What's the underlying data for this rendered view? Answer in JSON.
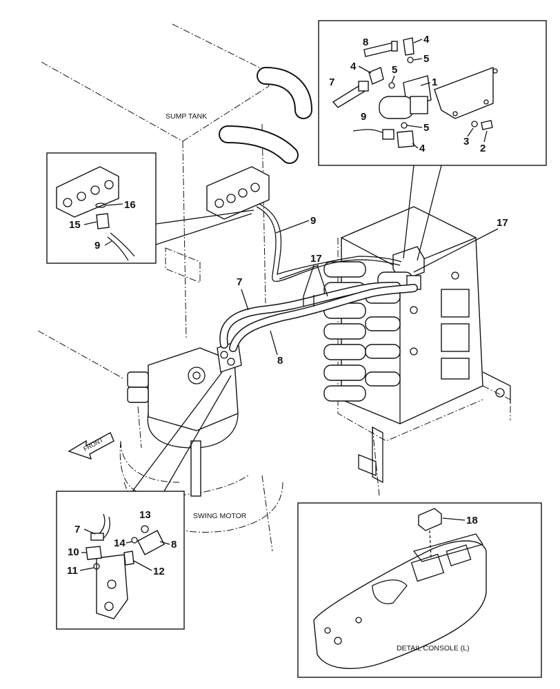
{
  "labels": {
    "sump_tank": "SUMP TANK",
    "swing_motor": "SWING MOTOR",
    "front": "FRONT",
    "detail_console": "DETAIL CONSOLE (L)"
  },
  "callouts": {
    "top_right": [
      "8",
      "4",
      "5",
      "4",
      "5",
      "1",
      "7",
      "9",
      "5",
      "4",
      "3",
      "2"
    ],
    "left_detail": [
      "16",
      "15",
      "9"
    ],
    "main": [
      "9",
      "17",
      "17",
      "7",
      "8"
    ],
    "bottom_left": [
      "13",
      "7",
      "14",
      "8",
      "10",
      "12",
      "11"
    ],
    "console": [
      "18"
    ]
  }
}
